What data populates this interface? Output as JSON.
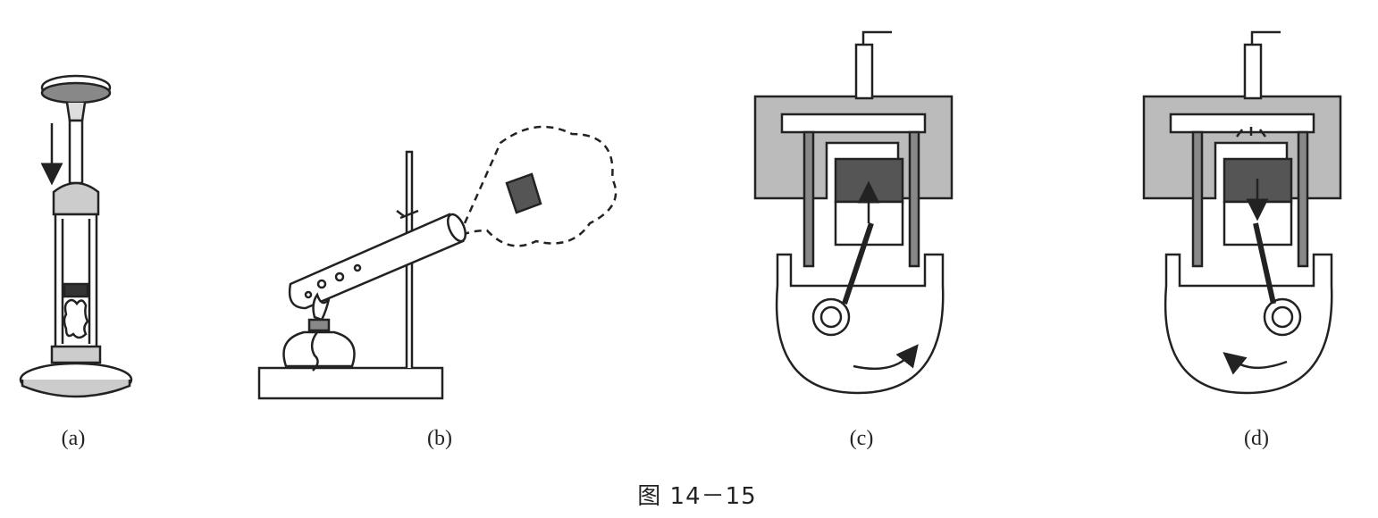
{
  "caption": "图 14－15",
  "panels": [
    {
      "label": "(a)"
    },
    {
      "label": "(b)"
    },
    {
      "label": "(c)"
    },
    {
      "label": "(d)"
    }
  ],
  "colors": {
    "ink": "#222222",
    "metal": "#b8b8b8",
    "dark": "#555555",
    "bg": "#ffffff"
  }
}
